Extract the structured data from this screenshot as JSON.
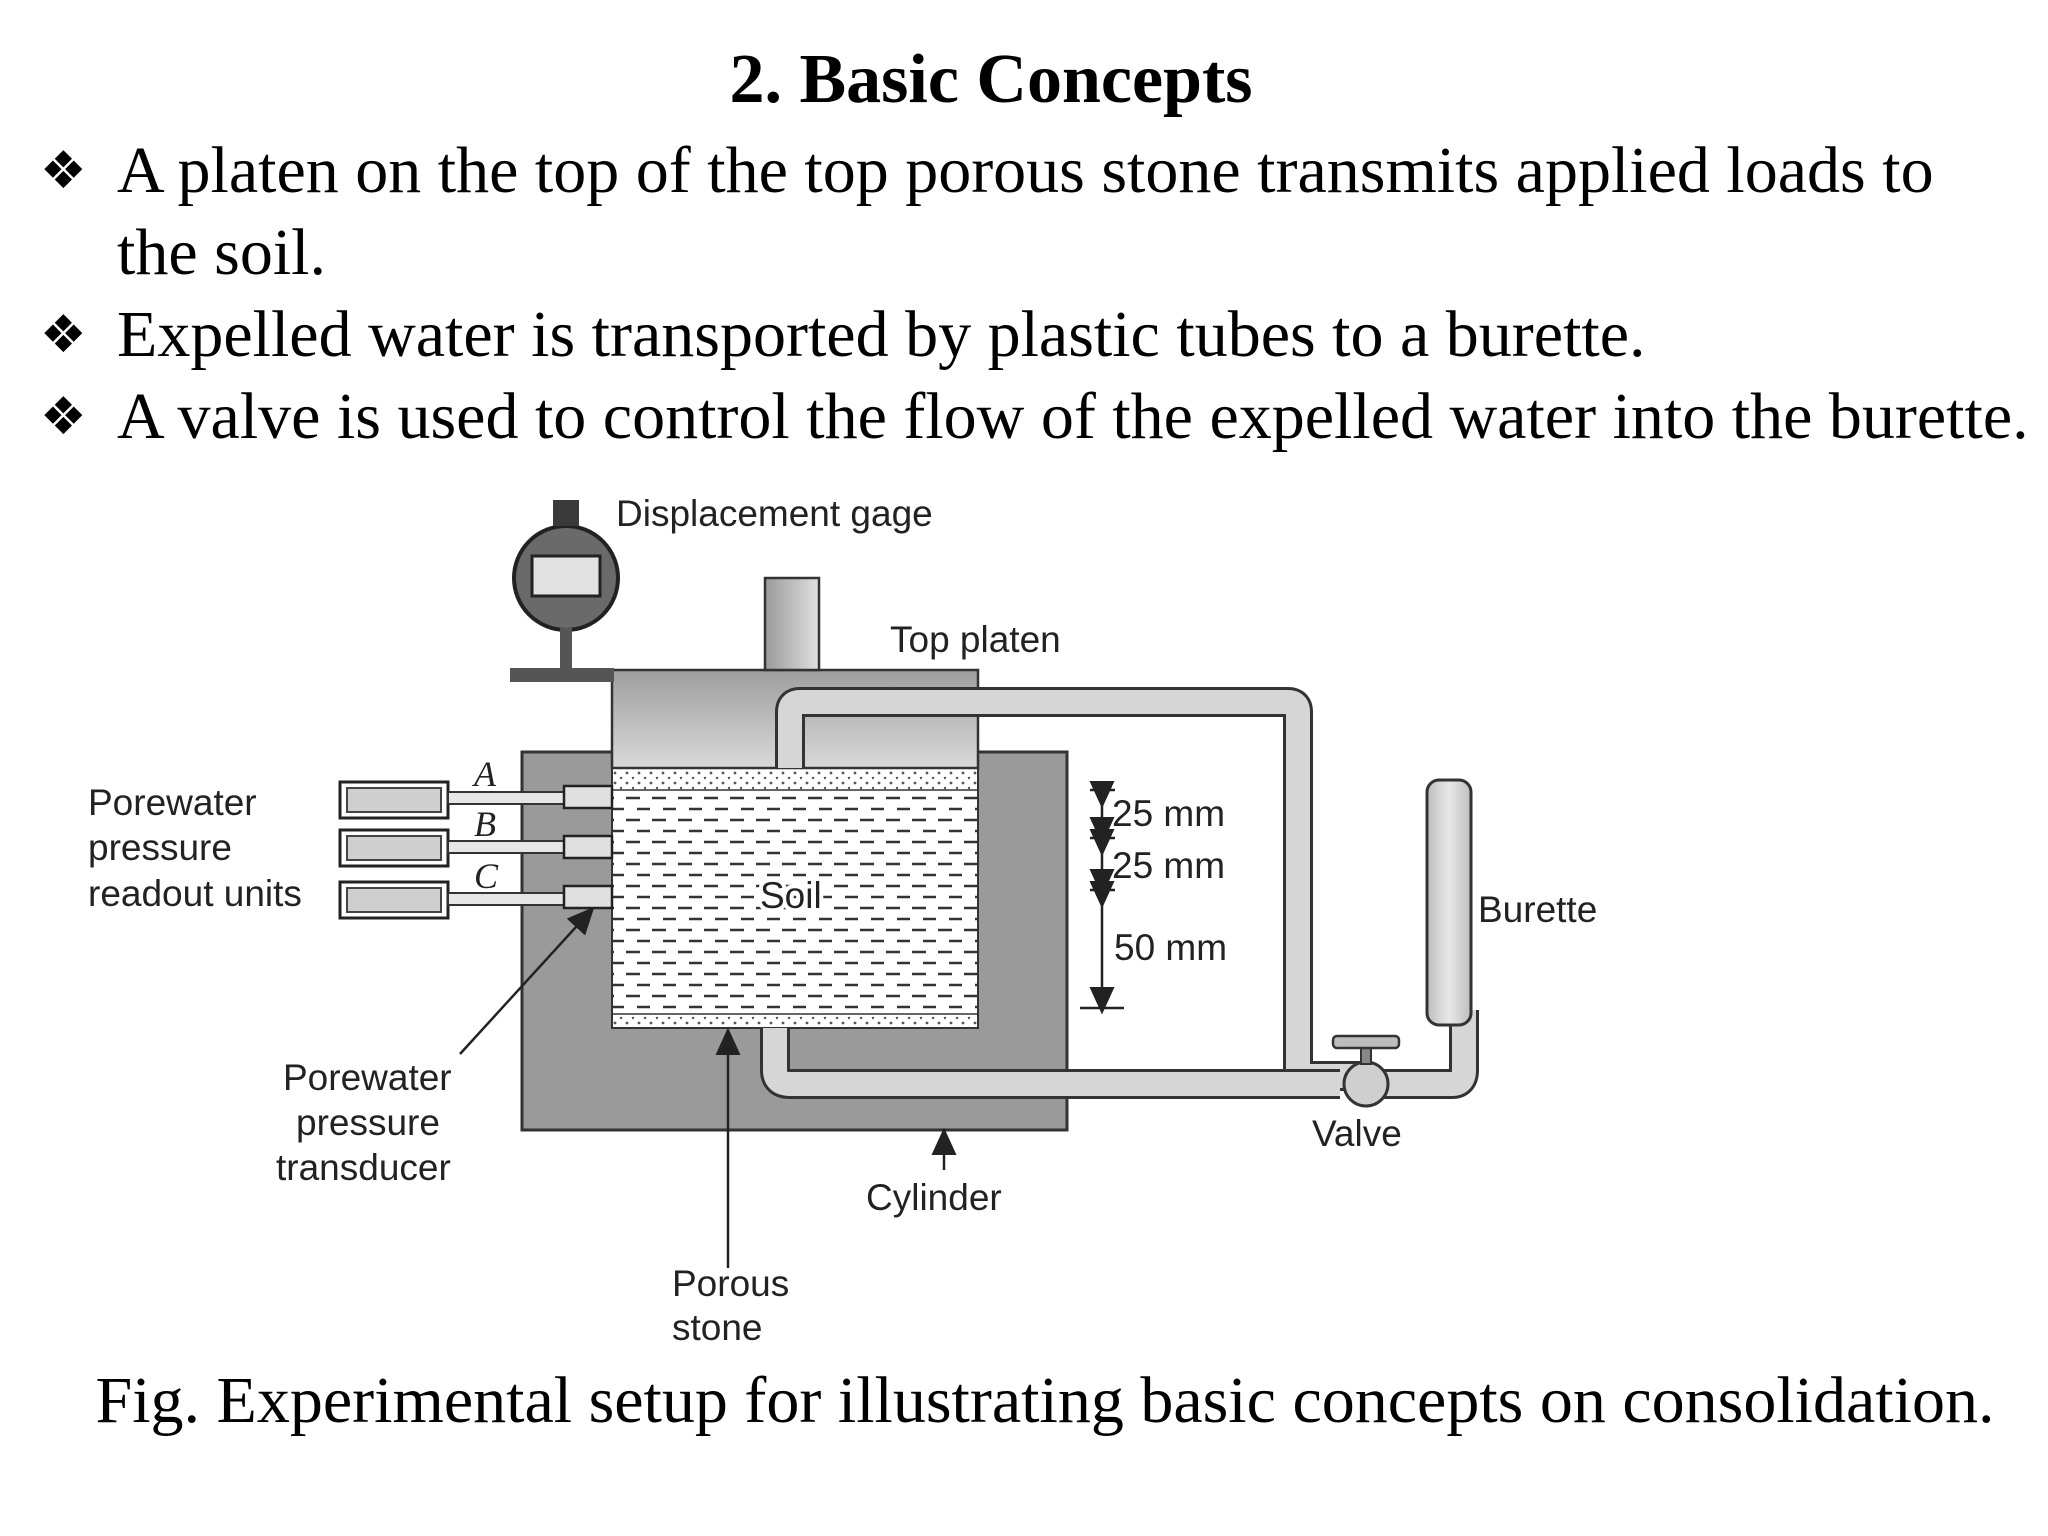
{
  "title": "2.   Basic Concepts",
  "bullets": [
    {
      "glyph": "❖",
      "text": "A platen on the top of the top porous stone transmits applied loads to the soil."
    },
    {
      "glyph": "❖",
      "text": "Expelled water is transported by plastic tubes to a burette."
    },
    {
      "glyph": "❖",
      "text": "A valve is used to control the flow of the expelled water into the burette."
    }
  ],
  "diagram": {
    "displacement_gage": "Displacement gage",
    "top_platen": "Top platen",
    "porewater_readout": [
      "Porewater",
      "pressure",
      "readout units"
    ],
    "ports": [
      "A",
      "B",
      "C"
    ],
    "soil": "Soil",
    "dims": [
      "25 mm",
      "25 mm",
      "50 mm"
    ],
    "burette": "Burette",
    "valve": "Valve",
    "transducer": [
      "Porewater",
      "pressure",
      "transducer"
    ],
    "cylinder": "Cylinder",
    "porous_stone": [
      "Porous",
      "stone"
    ]
  },
  "caption": "Fig. Experimental setup for illustrating basic concepts on consolidation.",
  "colors": {
    "cylinder": "#9a9a9a",
    "platen": "#bdbdbd",
    "tube": "#d6d6d6",
    "soil": "#ffffff"
  }
}
